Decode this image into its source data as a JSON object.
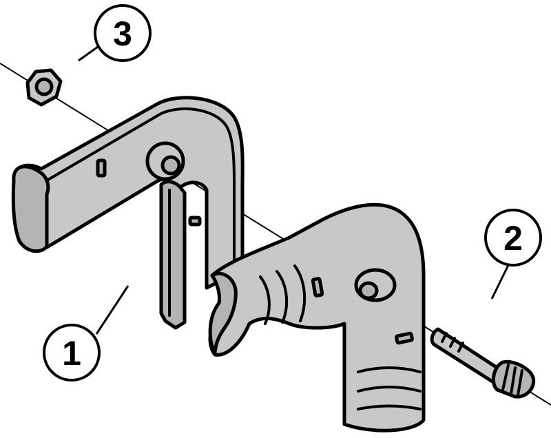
{
  "callouts": [
    {
      "id": "1",
      "label": "1"
    },
    {
      "id": "2",
      "label": "2"
    },
    {
      "id": "3",
      "label": "3"
    }
  ],
  "colors": {
    "part_fill": "#c8c8c8",
    "part_fill_dark": "#b4b4b4",
    "outline": "#000000",
    "background": "#ffffff"
  },
  "parts": [
    "upper-bracket-half",
    "lower-elbow-half",
    "screw",
    "hex-nut"
  ]
}
